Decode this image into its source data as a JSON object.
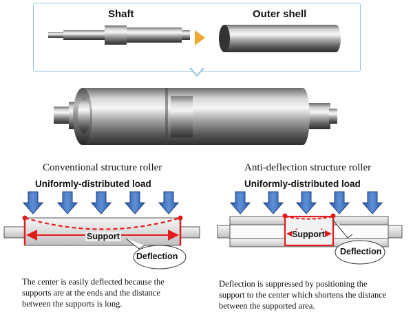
{
  "top": {
    "shaft_label": "Shaft",
    "outer_shell_label": "Outer shell"
  },
  "left_panel": {
    "title": "Conventional structure roller",
    "load_label": "Uniformly-distributed load",
    "support_label": "Support",
    "deflection_label": "Deflection",
    "description": [
      "The center is easily deflected because the",
      "supports are at the ends and the distance",
      "between the supports is long."
    ]
  },
  "right_panel": {
    "title": "Anti-deflection structure roller",
    "load_label": "Uniformly-distributed load",
    "support_label": "Support",
    "deflection_label": "Deflection",
    "description": [
      "Deflection is suppressed by positioning the",
      "support to the center which shortens the distance",
      "between the supported area."
    ]
  },
  "colors": {
    "arrow_blue": "#2e5fb0",
    "support_red": "#e21c1c",
    "callout_border": "#8fc3dc",
    "step_arrow_orange": "#f0a830"
  },
  "icons": [
    "shaft-image",
    "outer-shell-image",
    "orange-step-arrow",
    "roller-assembly-image",
    "load-arrow"
  ]
}
